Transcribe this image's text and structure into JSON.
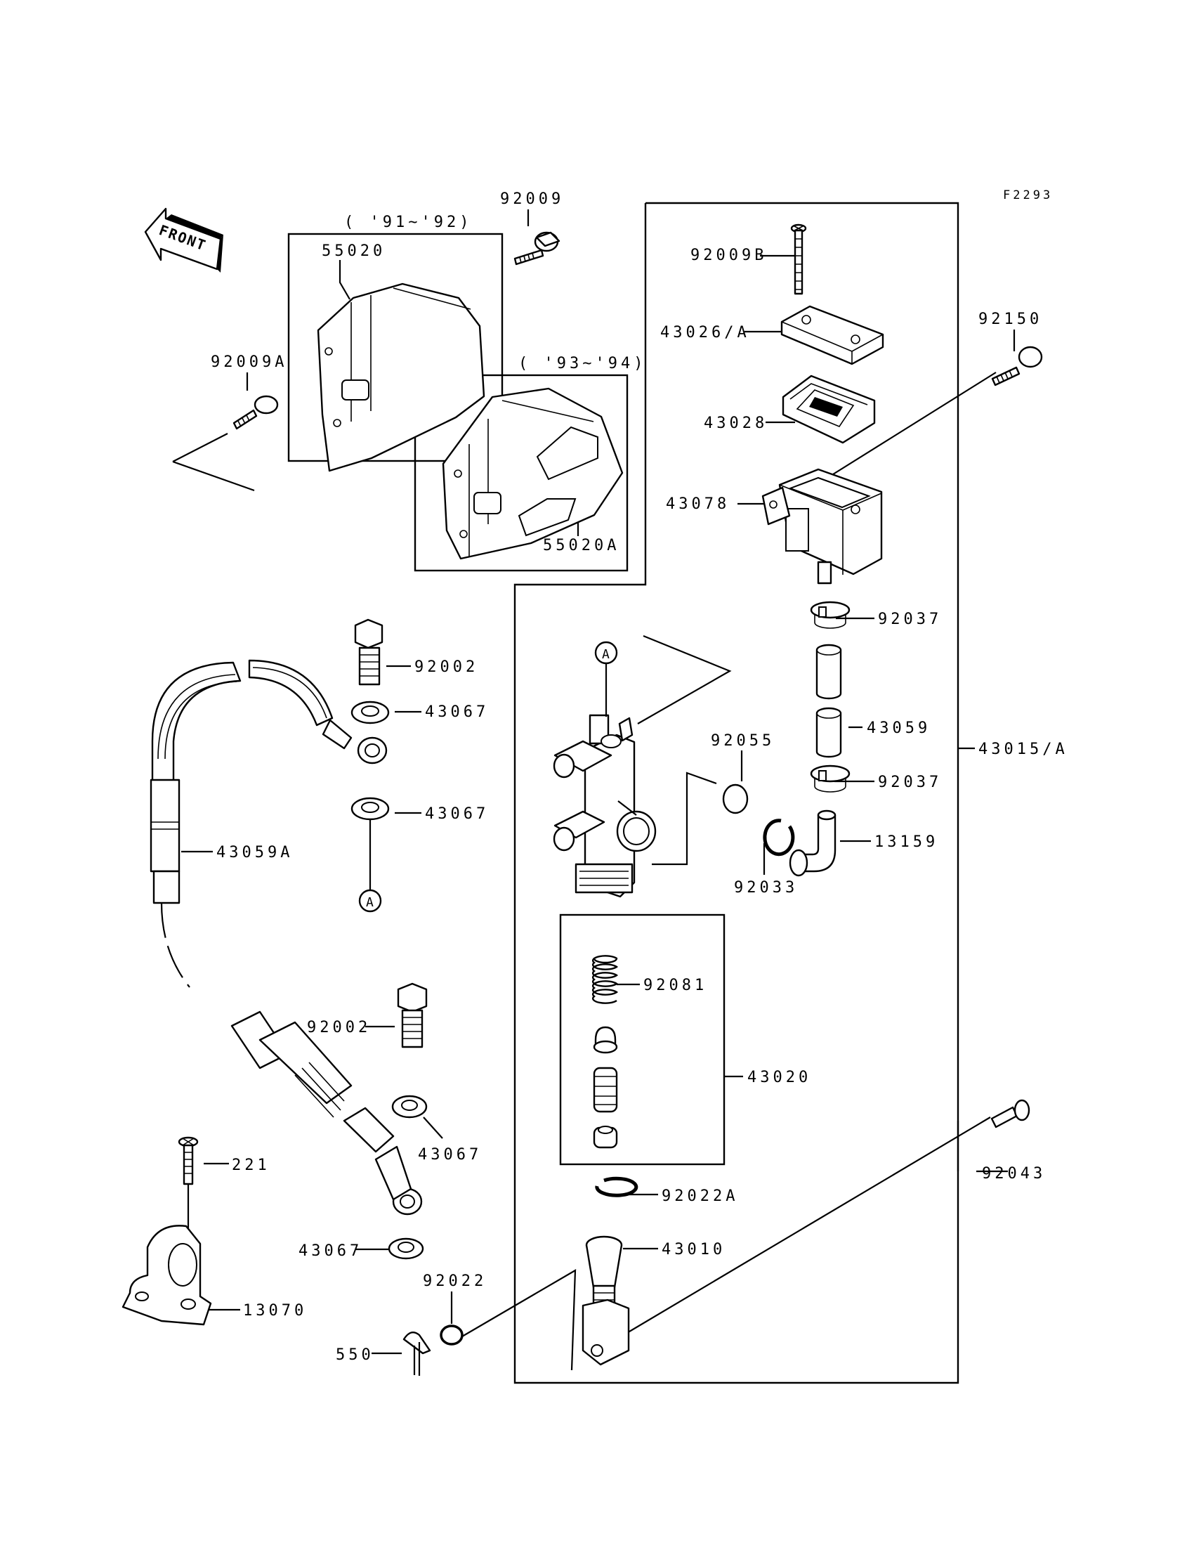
{
  "figure_code": "F2293",
  "front_label": "FRONT",
  "year_ranges": [
    "( '91~'92)",
    "( '93~'94)"
  ],
  "callouts": {
    "c_92009": "92009",
    "c_55020": "55020",
    "c_92009A": "92009A",
    "c_55020A": "55020A",
    "c_92009B": "92009B",
    "c_43026A": "43026/A",
    "c_92150": "92150",
    "c_43028": "43028",
    "c_43078": "43078",
    "c_92037_top": "92037",
    "c_92002_top": "92002",
    "c_43067_a": "43067",
    "c_43067_b": "43067",
    "c_43059": "43059",
    "c_92055": "92055",
    "c_43015A": "43015/A",
    "c_92037_bot": "92037",
    "c_43059A": "43059A",
    "c_13159": "13159",
    "c_92033": "92033",
    "c_92081": "92081",
    "c_92002_bot": "92002",
    "c_43020": "43020",
    "c_43067_c": "43067",
    "c_221": "221",
    "c_92043": "92043",
    "c_92022A": "92022A",
    "c_43010": "43010",
    "c_43067_d": "43067",
    "c_92022": "92022",
    "c_13070": "13070",
    "c_550": "550"
  },
  "ref_marker": "A"
}
